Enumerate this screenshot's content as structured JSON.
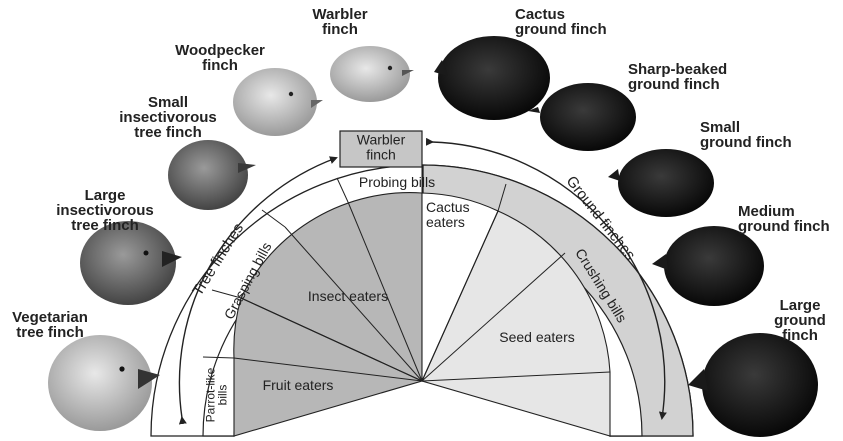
{
  "title": "",
  "birds": [
    {
      "name": "Warbler\nfinch"
    },
    {
      "name": "Cactus\nground finch"
    },
    {
      "name": "Woodpecker\nfinch"
    },
    {
      "name": "Sharp-beaked\nground finch"
    },
    {
      "name": "Small\ninsectivorous\ntree finch"
    },
    {
      "name": "Small\nground finch"
    },
    {
      "name": "Large\ninsectivorous\ntree finch"
    },
    {
      "name": "Medium\nground finch"
    },
    {
      "name": "Vegetarian\ntree finch"
    },
    {
      "name": "Large\nground\nfinch"
    }
  ],
  "groups": {
    "tree_finches": "Tree finches",
    "ground_finches": "Ground finches",
    "warbler_box": "Warbler\nfinch"
  },
  "bill_types": {
    "probing": "Probing bills",
    "grasping": "Grasping bills",
    "crushing": "Crushing bills",
    "parrot": "Parrot-like\nbills",
    "cactus": "Cactus\neaters"
  },
  "diets": {
    "insect": "Insect eaters",
    "fruit": "Fruit eaters",
    "seed": "Seed eaters"
  },
  "colors": {
    "insect_fill": "#b7b7b7",
    "fruit_fill": "#b7b7b7",
    "seed_fill": "#e6e6e6",
    "ground_band": "#d2d2d2",
    "warbler_box": "#c6c6c6",
    "stroke": "#222222"
  }
}
